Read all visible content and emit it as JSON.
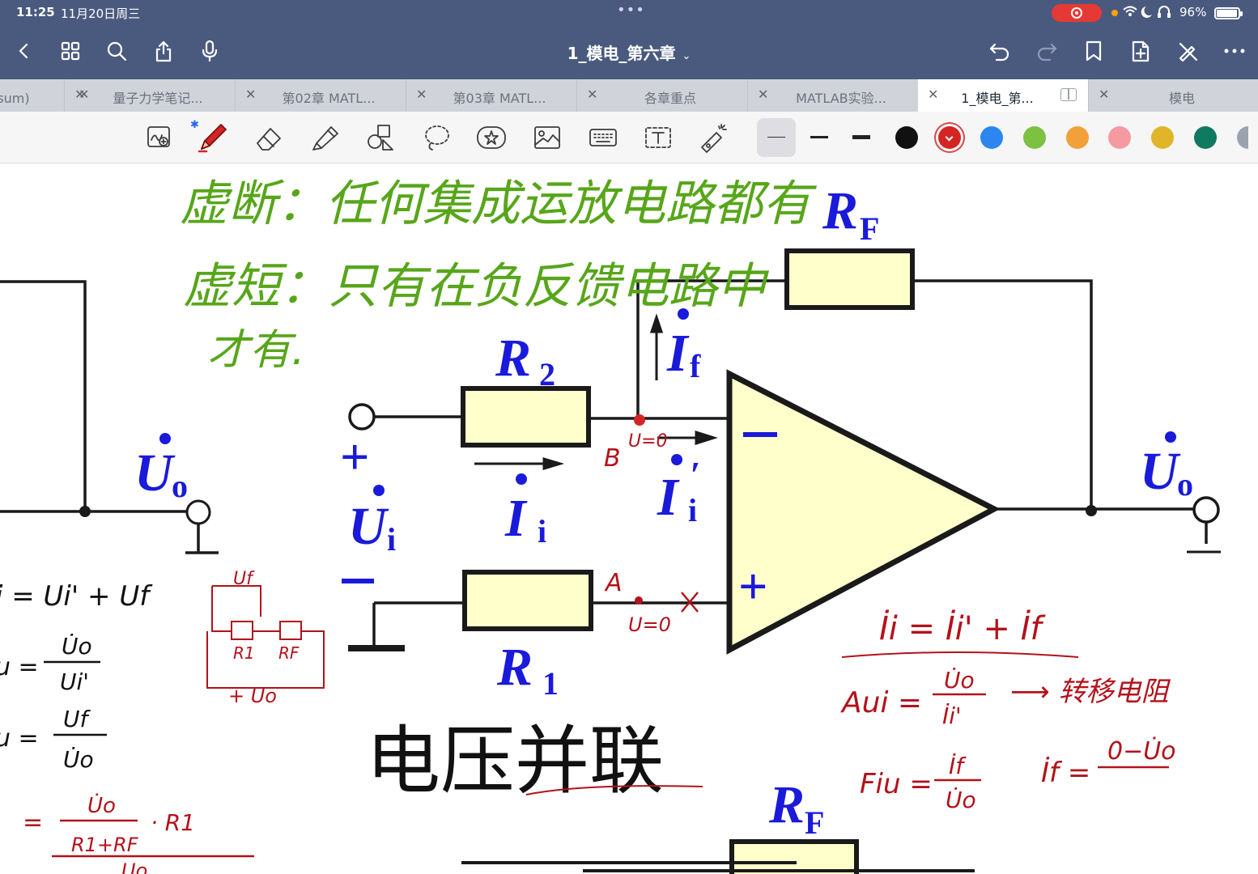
{
  "status_bar": {
    "time": "11:25",
    "date": "11月20日周三",
    "battery": "96%"
  },
  "nav": {
    "title": "1_模电_第六章",
    "buttons": [
      "back",
      "grid",
      "search",
      "share",
      "mic",
      "undo",
      "redo",
      "bookmark",
      "add-page",
      "close-pen",
      "more"
    ]
  },
  "tabs": [
    {
      "label": "学 (sum)"
    },
    {
      "label": "量子力学笔记..."
    },
    {
      "label": "第02章 MATL..."
    },
    {
      "label": "第03章 MATL..."
    },
    {
      "label": "各章重点"
    },
    {
      "label": "MATLAB实验..."
    },
    {
      "label": "1_模电_第...",
      "active": true
    },
    {
      "label": "模电"
    }
  ],
  "toolbar": {
    "tools": [
      "lasso-zoom",
      "pen",
      "eraser",
      "highlighter",
      "shapes",
      "lasso",
      "sticker",
      "image",
      "keyboard",
      "text",
      "laser-pointer"
    ],
    "colors": [
      "#111111",
      "#d42525",
      "#2b86f0",
      "#7cc142",
      "#f2a03a",
      "#f59aa0",
      "#e0b52a",
      "#0f7a5f"
    ],
    "selected_color": "#d42525"
  },
  "note": {
    "green_lines": [
      "虚断：任何集成运放电路都有",
      "虚短：只有在负反馈电路中",
      "才有."
    ],
    "circuit_labels": {
      "RF": "R",
      "RF_sub": "F",
      "R2": "R",
      "R2_sub": "2",
      "R1": "R",
      "R1_sub": "1",
      "If": "I",
      "If_sub": "f",
      "Ii": "I",
      "Ii_sub": "i",
      "Ii_prime": "I",
      "Ii_prime_sub": "i",
      "Ui": "U",
      "Ui_sub": "i",
      "Uo": "U",
      "Uo_sub": "o",
      "plus": "+",
      "minus": "−"
    },
    "title": "电压并联",
    "red_notes": {
      "B": "B",
      "u_eq_0_top": "U=0",
      "A": "A",
      "u_eq_0_bottom": "U=0",
      "ii_eq": "İi = İi' + İf",
      "aui": "Aui =",
      "aui_num": "U̇o",
      "aui_den": "İi'",
      "arrow_note": "⟶ 转移电阻",
      "fiu": "Fiu =",
      "fiu_num": "İf",
      "fiu_den": "U̇o",
      "if_eq": "İf =",
      "if_num": "0−U̇o",
      "sketch_rf": "RF",
      "sketch_r1": "R1",
      "sketch_uf": "Uf",
      "sketch_uo": "+ Uo"
    },
    "black_notes": {
      "line1": "i = Ui' + Uf",
      "au": "u =",
      "au_num": "U̇o",
      "au_den": "Ui'",
      "fu": "u =",
      "fu_num": "Uf",
      "fu_den": "U̇o",
      "eq": "=",
      "eq_num": "U̇o",
      "eq_den": "R1+RF",
      "eq_mul": "· R1",
      "eq_tail": "Uo"
    }
  }
}
